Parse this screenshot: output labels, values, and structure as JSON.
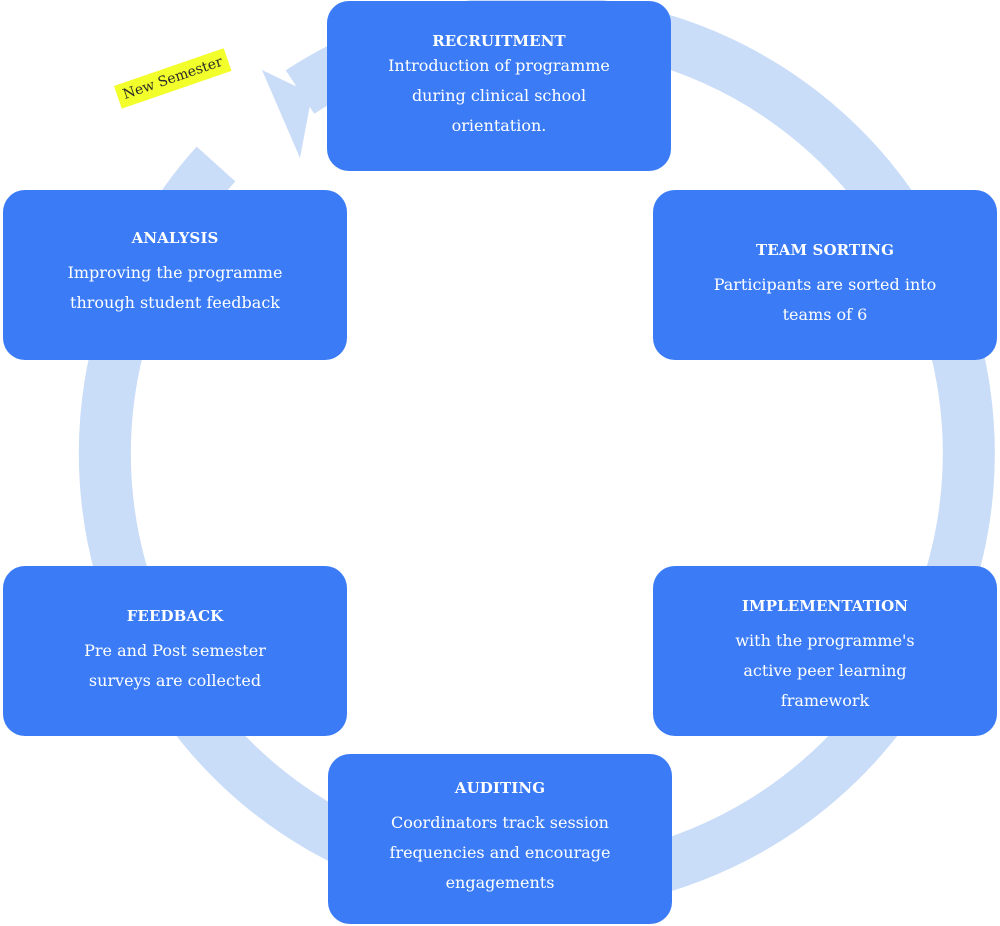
{
  "diagram": {
    "ring_color": "#c9dcf8",
    "box_color": "#3b7cf6",
    "label_color": "#f3ff2a",
    "start_label": "New Semester",
    "stages": [
      {
        "title": "RECRUITMENT",
        "lines": [
          "Introduction of programme",
          "during clinical school",
          "orientation."
        ]
      },
      {
        "title": "TEAM SORTING",
        "lines": [
          "Participants are sorted into",
          "teams of 6"
        ]
      },
      {
        "title": "IMPLEMENTATION",
        "lines": [
          "with the programme's",
          "active peer learning",
          "framework"
        ]
      },
      {
        "title": "AUDITING",
        "lines": [
          "Coordinators track session",
          "frequencies and encourage",
          "engagements"
        ]
      },
      {
        "title": "FEEDBACK",
        "lines": [
          "Pre and Post semester",
          "surveys are collected"
        ]
      },
      {
        "title": "ANALYSIS",
        "lines": [
          "Improving the programme",
          "through student feedback"
        ]
      }
    ]
  }
}
